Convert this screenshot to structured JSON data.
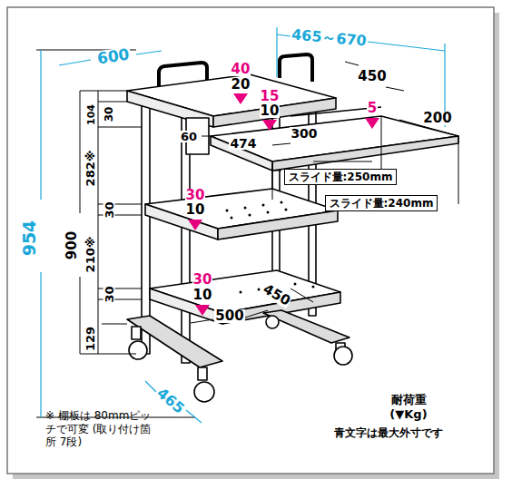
{
  "diagram": {
    "labels": [
      "600",
      "465～670",
      "450",
      "40",
      "20",
      "15",
      "10",
      "5",
      "104",
      "30",
      "60",
      "474",
      "300",
      "200",
      "スライド量:250mm",
      "スライド量:240mm",
      "282※",
      "30",
      "954",
      "900",
      "30",
      "10",
      "210※",
      "30",
      "30",
      "10",
      "450",
      "500",
      "129",
      "465",
      "※ 棚板は 80mmピッチで可変 (取り付け箇所 7段)",
      "耐荷重 (▼Kg)",
      "青文字は最大外寸です"
    ]
  }
}
